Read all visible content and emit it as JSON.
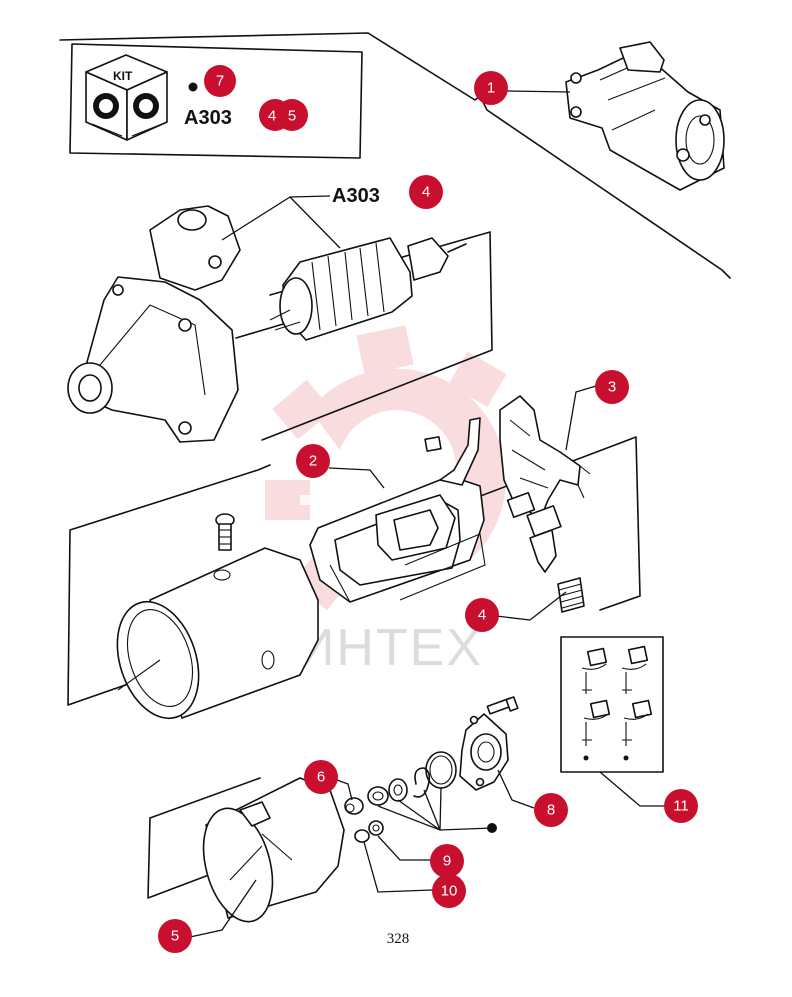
{
  "kit_box": {
    "kit_label": "KIT",
    "bullet_ref": "7",
    "code": "A303",
    "refs": [
      "4",
      "5"
    ]
  },
  "armature_code": "A303",
  "callouts": {
    "c1": "1",
    "c2": "2",
    "c3": "3",
    "c4_top": "4",
    "c4_brush": "4",
    "c5": "5",
    "c6": "6",
    "c8": "8",
    "c9": "9",
    "c10": "10",
    "c11": "11"
  },
  "watermark": "ИНТЕХ",
  "page_number": "328",
  "colors": {
    "callout": "#c8102e",
    "watermark": "#e8a3a8",
    "line": "#111111"
  }
}
